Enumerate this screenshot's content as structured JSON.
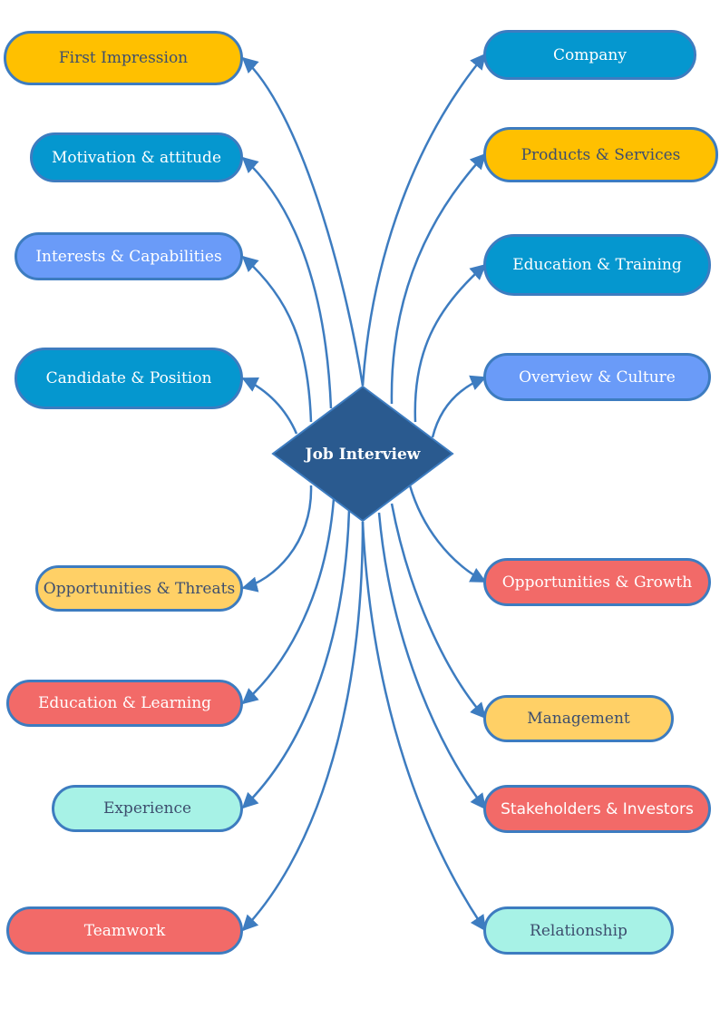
{
  "center": {
    "label": "Job Interview"
  },
  "left_topics": [
    {
      "label": "First Impression"
    },
    {
      "label": "Motivation & attitude"
    },
    {
      "label": "Interests & Capabilities"
    },
    {
      "label": "Candidate & Position"
    },
    {
      "label": "Opportunities & Threats"
    },
    {
      "label": "Education & Learning"
    },
    {
      "label": "Experience"
    },
    {
      "label": "Teamwork"
    }
  ],
  "right_topics": [
    {
      "label": "Company"
    },
    {
      "label": "Products & Services"
    },
    {
      "label": "Education & Training"
    },
    {
      "label": "Overview & Culture"
    },
    {
      "label": "Opportunities & Growth"
    },
    {
      "label": "Management"
    },
    {
      "label": "Stakeholders & Investors"
    },
    {
      "label": "Relationship"
    }
  ],
  "colors": {
    "connector": "#3d7cc0",
    "center_fill": "#2a5a8f",
    "blue": "#0597cf",
    "light_blue": "#6a9bf8",
    "orange": "#ffc000",
    "yellow": "#ffd066",
    "red": "#f26a68",
    "mint": "#a7f2e6"
  }
}
